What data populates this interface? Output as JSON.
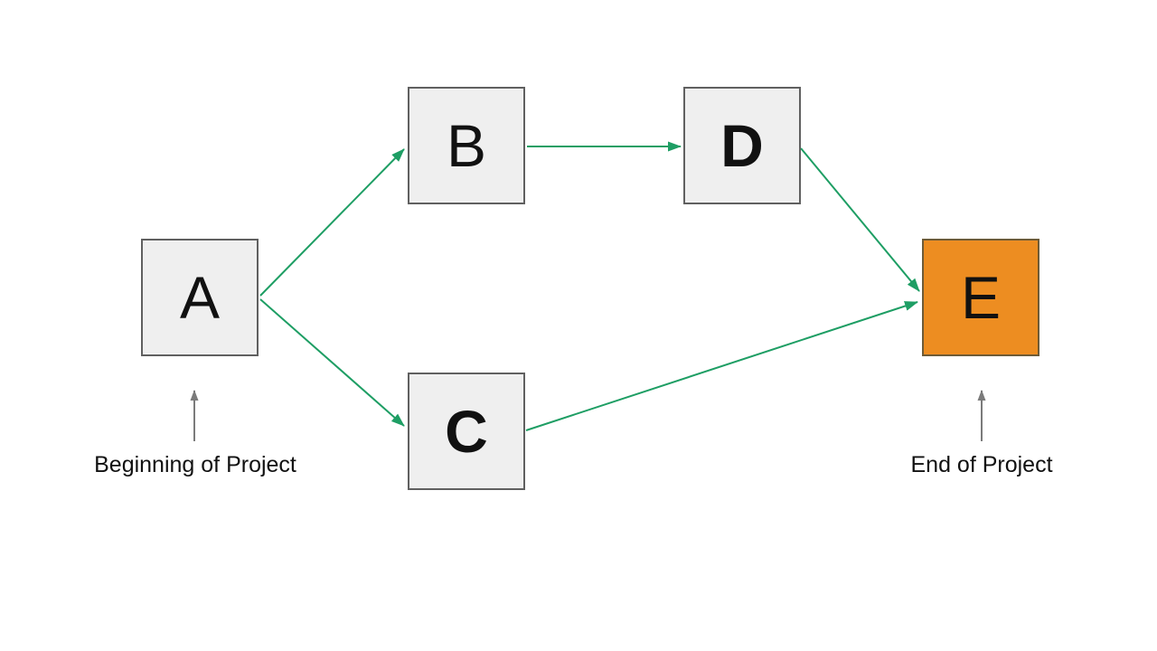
{
  "diagram": {
    "type": "project-network-diagram",
    "nodes": [
      {
        "id": "A",
        "label": "A",
        "bold": false,
        "highlighted": false
      },
      {
        "id": "B",
        "label": "B",
        "bold": false,
        "highlighted": false
      },
      {
        "id": "C",
        "label": "C",
        "bold": true,
        "highlighted": false
      },
      {
        "id": "D",
        "label": "D",
        "bold": true,
        "highlighted": false
      },
      {
        "id": "E",
        "label": "E",
        "bold": false,
        "highlighted": true
      }
    ],
    "edges": [
      {
        "from": "A",
        "to": "B"
      },
      {
        "from": "A",
        "to": "C"
      },
      {
        "from": "B",
        "to": "D"
      },
      {
        "from": "D",
        "to": "E"
      },
      {
        "from": "C",
        "to": "E"
      }
    ],
    "annotations": [
      {
        "text": "Beginning of Project",
        "points_to": "A"
      },
      {
        "text": "End of Project",
        "points_to": "E"
      }
    ]
  },
  "colors": {
    "node_fill": "#EFEFEF",
    "node_border": "#606060",
    "highlight_fill": "#ED8D21",
    "edge_green": "#1E9E64",
    "annotation_gray": "#7B7B7B",
    "background": "#FFFFFF",
    "text": "#111111"
  }
}
